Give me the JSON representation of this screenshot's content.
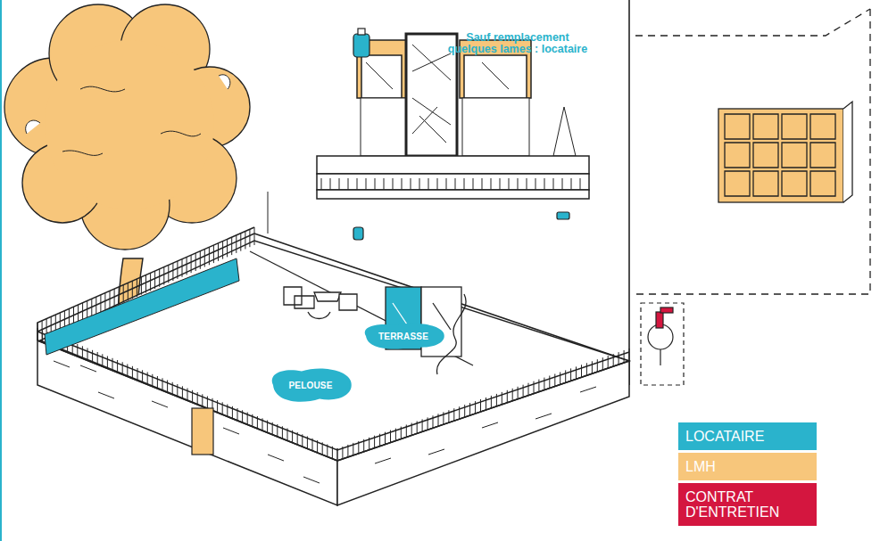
{
  "diagram": {
    "nodes": [
      {
        "text": [
          "TERRASSE"
        ]
      },
      {
        "text": [
          "PELOUSE"
        ]
      }
    ],
    "labels": [
      "Sauf remplacement quelques lames : locataire"
    ],
    "legend": [
      {
        "text": "LOCATAIRE",
        "color": "#2ab3cc"
      },
      {
        "text": "LMH",
        "color": "#f7c67b"
      },
      {
        "text": "CONTRAT D'ENTRETIEN",
        "color": "#d4163f"
      }
    ]
  }
}
